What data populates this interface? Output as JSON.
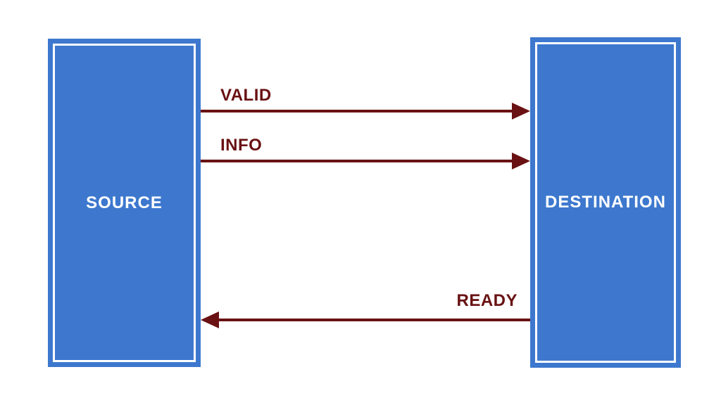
{
  "diagram": {
    "type": "signal-handshake-diagram",
    "background_color": "#ffffff",
    "colors": {
      "node_fill": "#3D78CE",
      "node_inner_border": "#ffffff",
      "node_text": "#ffffff",
      "arrow": "#691113",
      "arrow_label_text": "#691113"
    },
    "nodes": [
      {
        "id": "source",
        "label": "SOURCE"
      },
      {
        "id": "destination",
        "label": "DESTINATION"
      }
    ],
    "signals": [
      {
        "label": "VALID",
        "from": "source",
        "to": "destination",
        "direction": "right"
      },
      {
        "label": "INFO",
        "from": "source",
        "to": "destination",
        "direction": "right"
      },
      {
        "label": "READY",
        "from": "destination",
        "to": "source",
        "direction": "left"
      }
    ]
  }
}
